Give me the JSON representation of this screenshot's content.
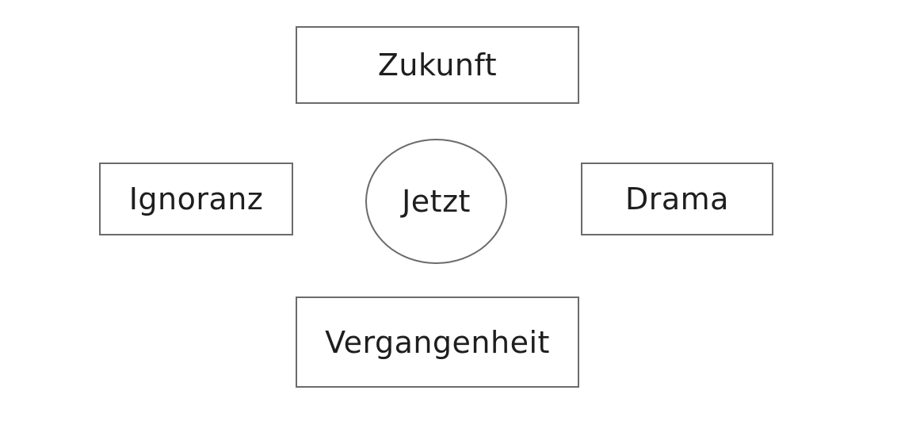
{
  "diagram": {
    "top": {
      "label": "Zukunft"
    },
    "left": {
      "label": "Ignoranz"
    },
    "center": {
      "label": "Jetzt"
    },
    "right": {
      "label": "Drama"
    },
    "bottom": {
      "label": "Vergangenheit"
    }
  },
  "colors": {
    "border": "#6b6b6b",
    "text": "#1e1e1e",
    "background": "#ffffff"
  }
}
